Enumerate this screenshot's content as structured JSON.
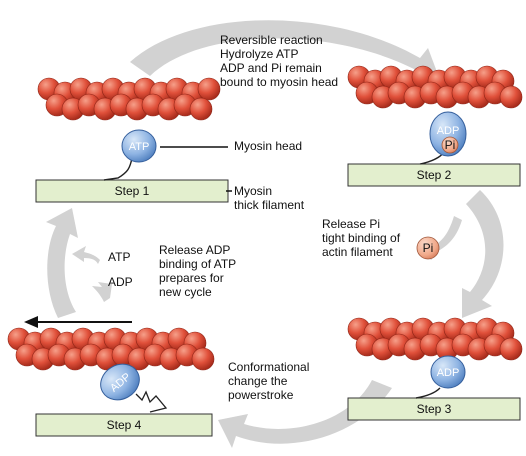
{
  "cycle_caption": "Reversible reaction\nHydrolyze ATP\nADP and Pi remain\nbound to myosin head",
  "step_labels": [
    "Step 1",
    "Step 2",
    "Step 3",
    "Step 4"
  ],
  "myosin_head_label": "Myosin head",
  "thick_filament_label": "Myosin\nthick filament",
  "release_pi_caption": "Release Pi\ntight binding of\nactin filament",
  "release_adp_caption": "Release ADP\nbinding of ATP\nprepares for\nnew cycle",
  "step4_in_label": "ATP",
  "step4_out_label": "ADP",
  "conformational_caption": "Conformational\nchange the\npowerstroke",
  "head_step1": "ATP",
  "head_step2": "ADP",
  "head_step2_pi": "Pi",
  "head_step3": "ADP",
  "head_step4": "ADP",
  "free_pi": "Pi",
  "colors": {
    "actin": "#e0503a",
    "myosin_head": "#8fb4e3",
    "filament_fill": "#e3efce",
    "arrow_gray": "#d2d2d2",
    "pi_fill": "#f0a98a"
  }
}
